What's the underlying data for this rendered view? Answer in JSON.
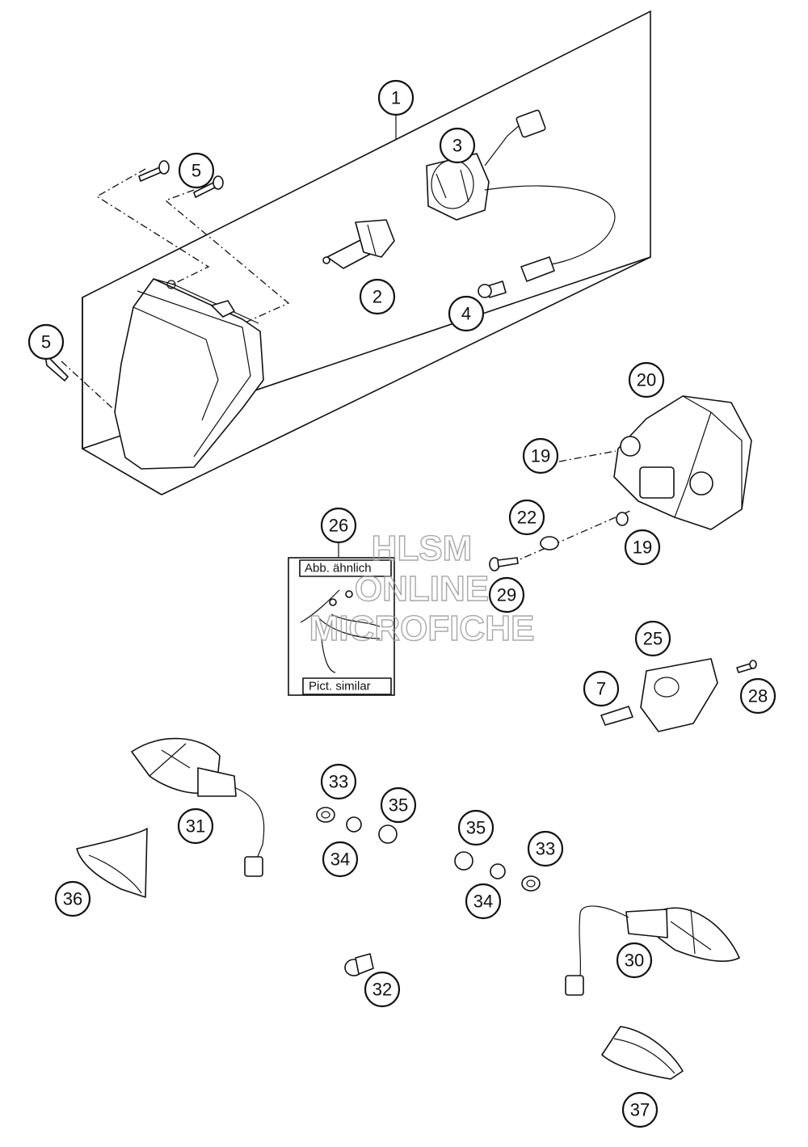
{
  "diagram": {
    "callouts": [
      "1",
      "2",
      "3",
      "4",
      "5",
      "5",
      "7",
      "19",
      "19",
      "20",
      "22",
      "25",
      "26",
      "28",
      "29",
      "30",
      "31",
      "32",
      "33",
      "33",
      "34",
      "34",
      "35",
      "35",
      "36",
      "37"
    ],
    "inset_labels": {
      "top": "Abb. ähnlich",
      "bottom": "Pict. similar"
    },
    "watermark": {
      "line1": "HLSM",
      "line2": "ONLINE",
      "line3": "MICROFICHE"
    }
  }
}
